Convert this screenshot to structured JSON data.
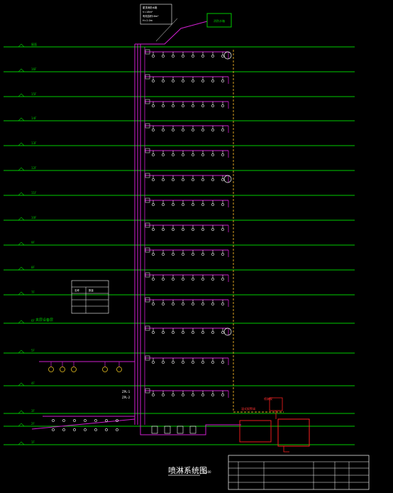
{
  "title": "喷淋系统图",
  "title_scale": "1:100",
  "floor_levels": [
    "屋面",
    "16F",
    "15F",
    "14F",
    "13F",
    "12F",
    "11F",
    "10F",
    "9F",
    "8F",
    "7F",
    "6F",
    "5F",
    "4F",
    "3F",
    "2F",
    "1F"
  ],
  "floor_elevations": [
    "",
    "",
    "",
    "",
    "",
    "",
    "",
    "",
    "",
    "",
    "",
    "",
    "",
    "",
    "",
    "",
    ""
  ],
  "annotation_mezzanine": "夹层设备层",
  "top_tank_label": "消防水箱",
  "top_note_lines": [
    "屋顶消防水箱",
    "V=18m³",
    "有效容积18m³",
    "H=2.0m"
  ],
  "riser_labels": [
    "ZPL-1",
    "ZPL-2"
  ],
  "valve_label": "湿式报警阀",
  "pump_label": "喷淋泵",
  "legend": {
    "header": [
      "名称",
      "数量"
    ],
    "rows": [
      [
        "",
        ""
      ],
      [
        "",
        ""
      ],
      [
        "",
        ""
      ],
      [
        "",
        ""
      ]
    ]
  },
  "title_block": {
    "header": "",
    "rows": [
      [
        "",
        "",
        "",
        "",
        ""
      ],
      [
        "",
        "",
        "",
        "",
        ""
      ],
      [
        "",
        "",
        "",
        "",
        ""
      ]
    ]
  },
  "colors": {
    "floor_line": "#00cc00",
    "pipe": "#d020d0",
    "sprinkler": "#ffffff",
    "drain_dash": "#d8a020",
    "equipment": "#ff2020",
    "text": "#ffffff"
  }
}
